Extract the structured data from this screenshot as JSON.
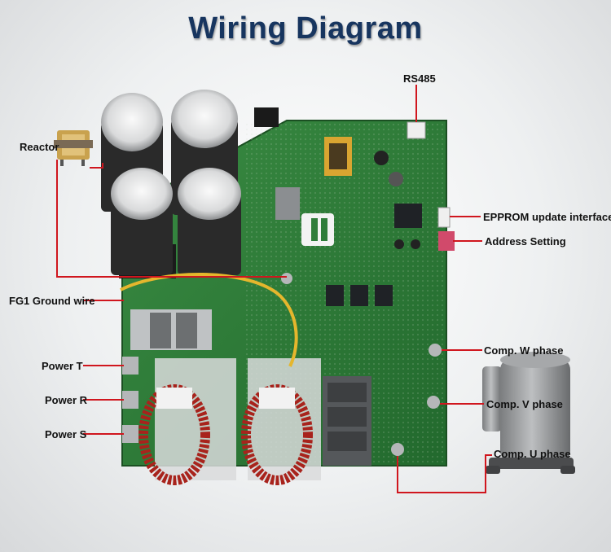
{
  "title": "Wiring Diagram",
  "labels": {
    "rs485": "RS485",
    "reactor": "Reactor",
    "eprom": "EPPROM update interface",
    "address": "Address Setting",
    "fg1": "FG1 Ground wire",
    "power_t": "Power T",
    "power_r": "Power R",
    "power_s": "Power S",
    "comp_w": "Comp. W phase",
    "comp_v": "Comp. V phase",
    "comp_u": "Comp. U phase"
  },
  "colors": {
    "title": "#17355f",
    "callout_line": "#d0161e",
    "pcb": "#2f7d3a",
    "capacitor": "#2a2a2a",
    "coil_copper": "#a8231c",
    "ground_wire": "#e5b62d"
  }
}
